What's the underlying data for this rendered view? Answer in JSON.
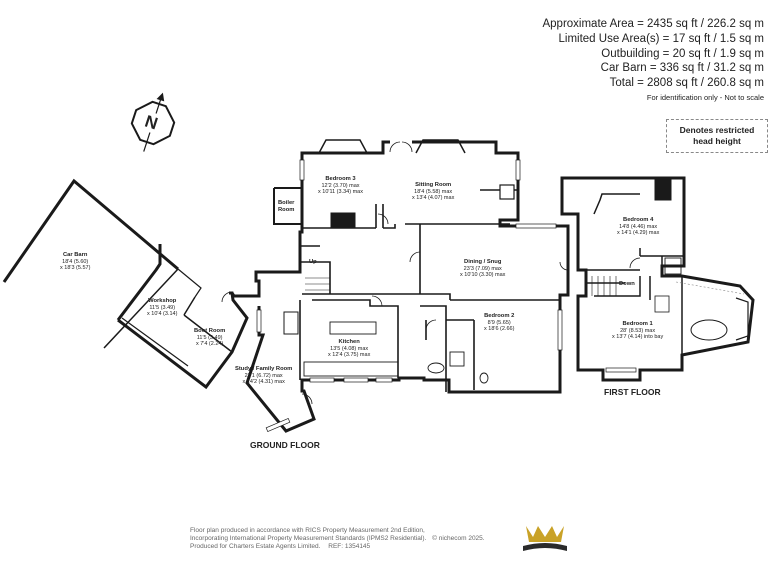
{
  "areas": {
    "lines": [
      "Approximate Area = 2435 sq ft / 226.2 sq m",
      "Limited Use Area(s) = 17 sq ft / 1.5 sq m",
      "Outbuilding = 20 sq ft / 1.9 sq m",
      "Car Barn = 336 sq ft / 31.2 sq m",
      "Total = 2808 sq ft / 260.8 sq m"
    ],
    "note": "For identification only - Not to scale"
  },
  "restricted": {
    "line1": "Denotes restricted",
    "line2": "head height"
  },
  "compass": {
    "letter": "N"
  },
  "floors": {
    "ground": "GROUND FLOOR",
    "first": "FIRST FLOOR"
  },
  "rooms": {
    "car_barn": {
      "name": "Car Barn",
      "dim1": "18'4 (5.60)",
      "dim2": "x 18'3 (5.57)"
    },
    "workshop": {
      "name": "Workshop",
      "dim1": "11'5 (3.49)",
      "dim2": "x 10'4 (3.14)"
    },
    "boot_room": {
      "name": "Boot Room",
      "dim1": "11'5 (3.49)",
      "dim2": "x 7'4 (2.24)"
    },
    "study": {
      "name": "Study / Family Room",
      "dim1": "22'1 (6.72) max",
      "dim2": "x 14'2 (4.31) max"
    },
    "kitchen": {
      "name": "Kitchen",
      "dim1": "13'5 (4.08) max",
      "dim2": "x 12'4 (3.75) max"
    },
    "bedroom3": {
      "name": "Bedroom 3",
      "dim1": "12'2 (3.70) max",
      "dim2": "x 10'11 (3.34) max"
    },
    "boiler": {
      "name": "Boiler",
      "name2": "Room"
    },
    "sitting": {
      "name": "Sitting Room",
      "dim1": "18'4 (5.58) max",
      "dim2": "x 13'4 (4.07) max"
    },
    "dining": {
      "name": "Dining / Snug",
      "dim1": "23'3 (7.09) max",
      "dim2": "x 10'10 (3.30) max"
    },
    "bedroom2": {
      "name": "Bedroom 2",
      "dim1": "8'9 (5.65)",
      "dim2": "x 18'6 (2.66)"
    },
    "bedroom4": {
      "name": "Bedroom 4",
      "dim1": "14'8 (4.46) max",
      "dim2": "x 14'1 (4.29) max"
    },
    "bedroom1": {
      "name": "Bedroom 1",
      "dim1": "28' (8.53) max",
      "dim2": "x 13'7 (4.14) into bay"
    },
    "up": {
      "name": "Up"
    },
    "down": {
      "name": "Down"
    }
  },
  "footer": {
    "line1": "Floor plan produced in accordance with RICS Property Measurement 2nd Edition,",
    "line2": "Incorporating International Property Measurement Standards (IPMS2 Residential).",
    "line2b": "© nichecom 2025.",
    "line3": "Produced for Charters Estate Agents Limited.",
    "line3b": "REF: 1354145"
  },
  "colors": {
    "wall": "#1a1a1a",
    "logo_gold": "#c9a227",
    "logo_dark": "#2b2b2b",
    "dim": "#888888"
  }
}
